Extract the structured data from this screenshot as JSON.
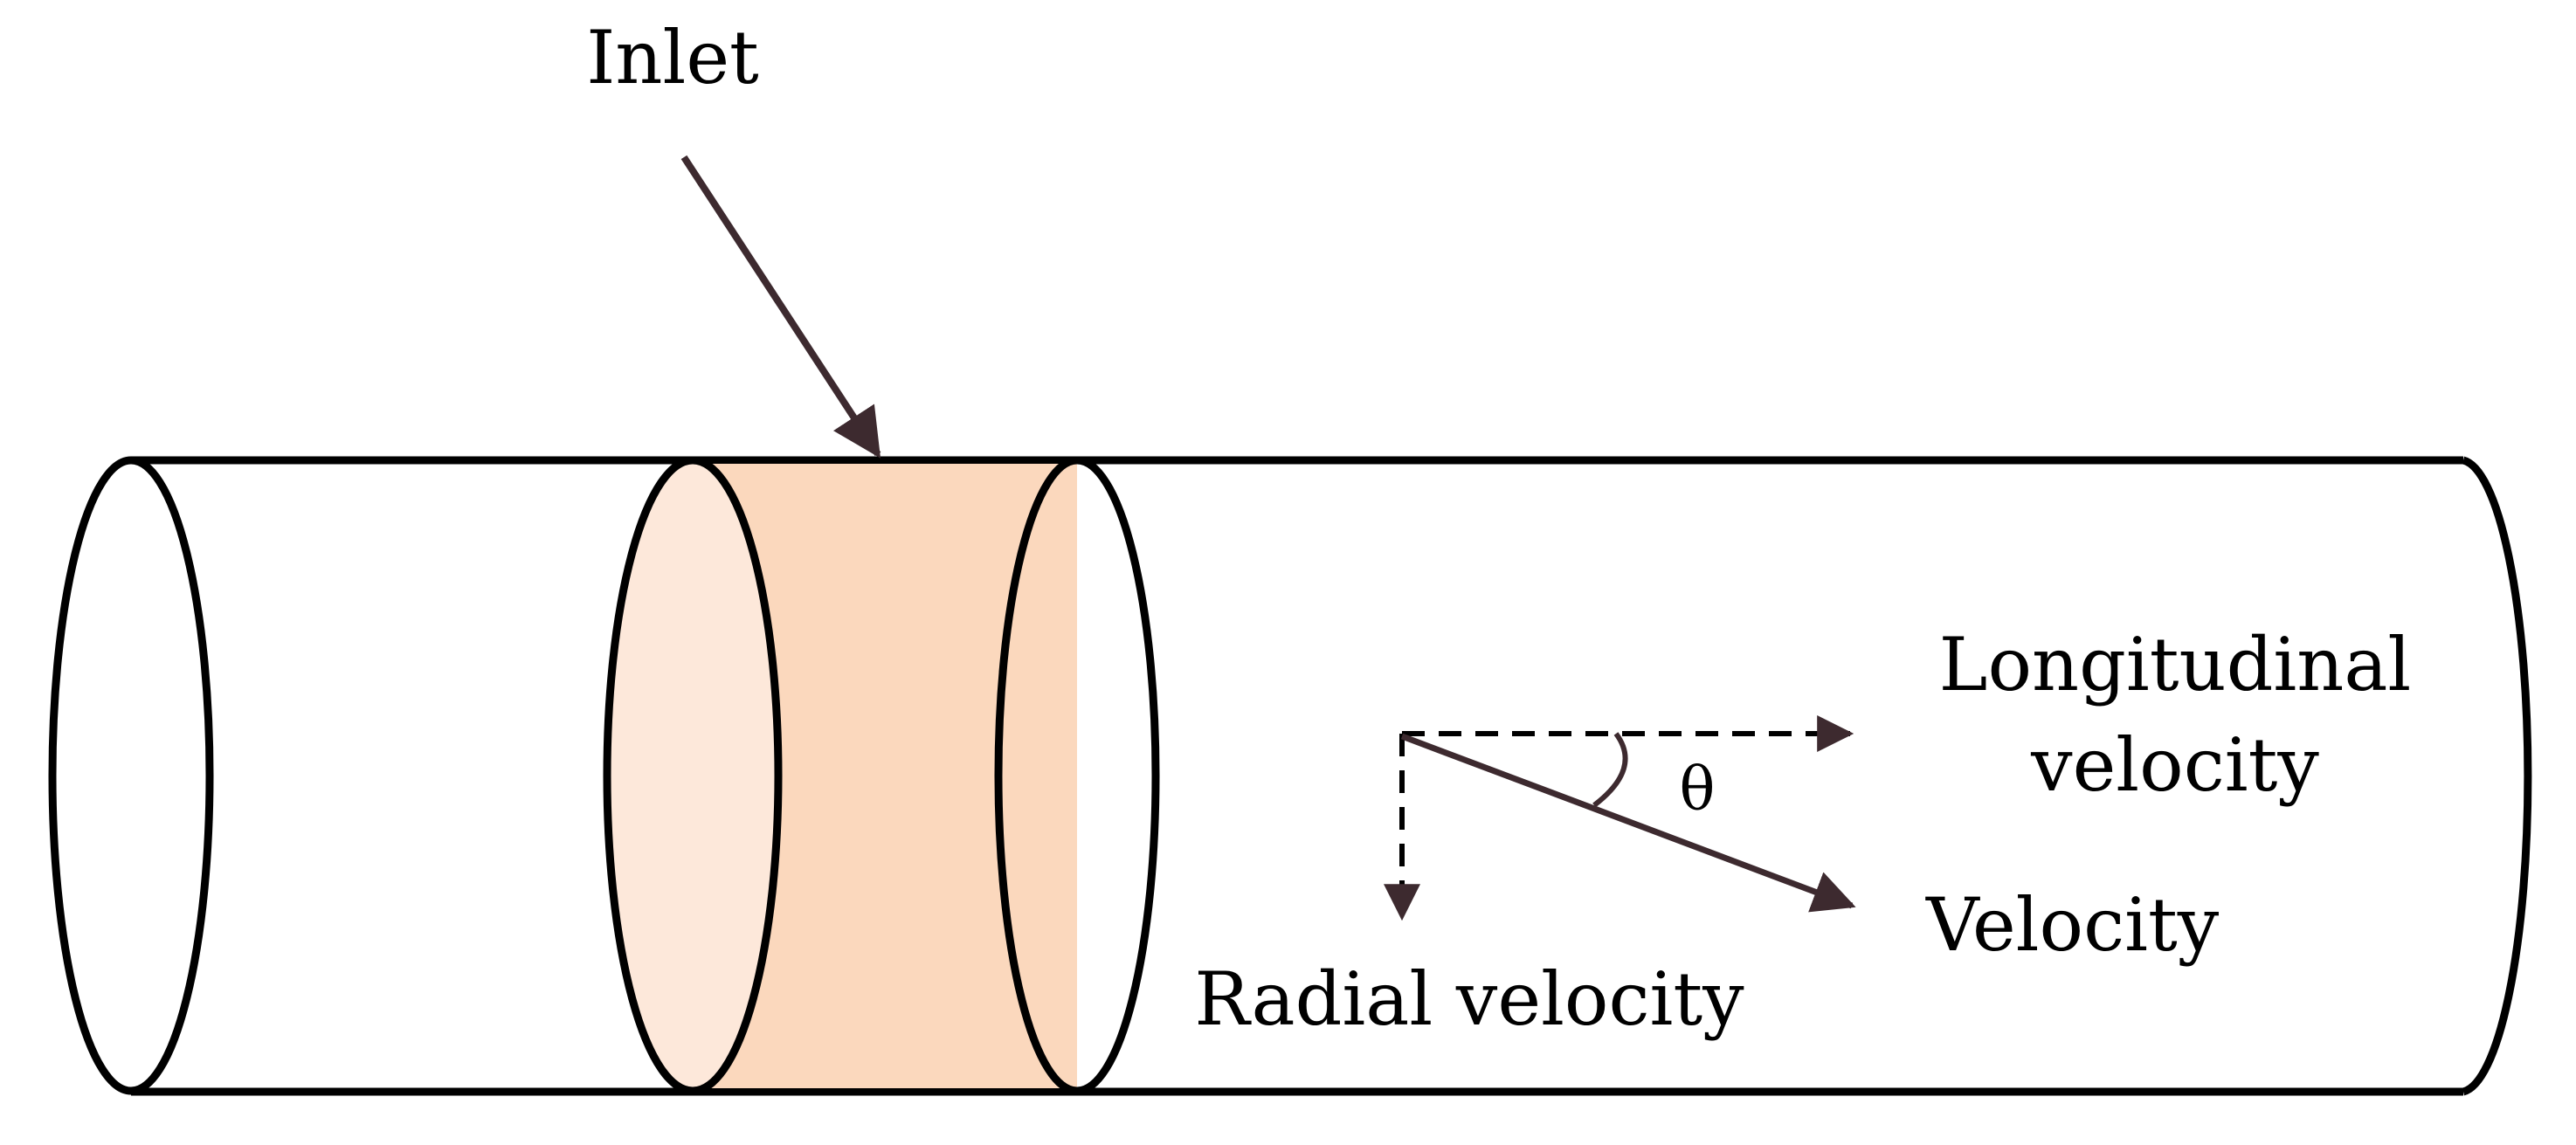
{
  "labels": {
    "inlet": "Inlet",
    "longitudinal_line1": "Longitudinal",
    "longitudinal_line2": "velocity",
    "theta": "θ",
    "velocity": "Velocity",
    "radial": "Radial velocity"
  },
  "colors": {
    "outline": "#000000",
    "arrow": "#3d2a2f",
    "inlet_band": "#fbd8bd",
    "inlet_face": "#fde8da",
    "background": "#ffffff"
  }
}
